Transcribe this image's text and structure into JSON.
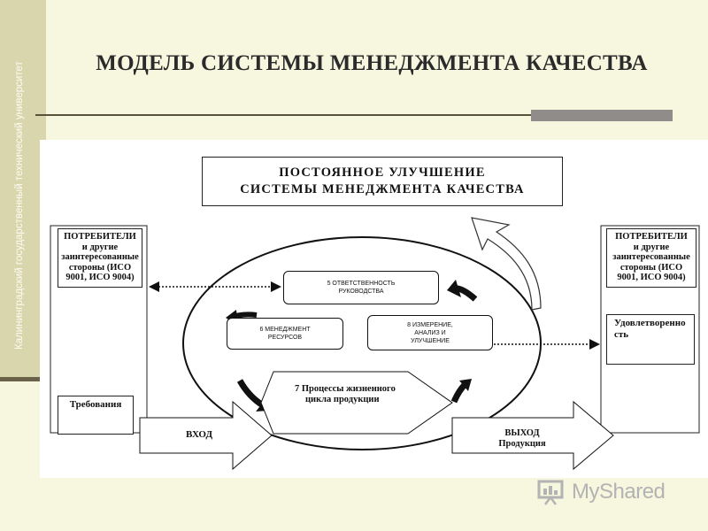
{
  "side_text": "Калининградский государственный технический университет",
  "title": "МОДЕЛЬ СИСТЕМЫ МЕНЕДЖМЕНТА КАЧЕСТВА",
  "diagram": {
    "improvement": [
      "ПОСТОЯННОЕ УЛУЧШЕНИЕ",
      "СИСТЕМЫ МЕНЕДЖМЕНТА КАЧЕСТВА"
    ],
    "customers_left": [
      "ПОТРЕБИТЕЛИ",
      "и другие",
      "заинтересованные",
      "стороны (ИСО",
      "9001, ИСО 9004)"
    ],
    "customers_right": [
      "ПОТРЕБИТЕЛИ",
      "и другие",
      "заинтересованные",
      "стороны (ИСО",
      "9001, ИСО 9004)"
    ],
    "requirements": "Требования",
    "satisfaction": [
      "Удовлетворенно",
      "сть"
    ],
    "process5": [
      "5 ОТВЕТСТВЕННОСТЬ",
      "РУКОВОДСТВА"
    ],
    "process6": [
      "6 МЕНЕДЖМЕНТ",
      "РЕСУРСОВ"
    ],
    "process8": [
      "8 ИЗМЕРЕНИЕ,",
      "АНАЛИЗ И",
      "УЛУЧШЕНИЕ"
    ],
    "process7": [
      "7 Процессы жизненного",
      "цикла продукции"
    ],
    "input": "ВХОД",
    "output": [
      "ВЫХОД",
      "Продукция"
    ]
  },
  "watermark": "MyShared",
  "colors": {
    "background": "#f7f6df",
    "side_bar": "#d9d6ad",
    "title_line": "#5a5238",
    "accent_bar": "#8f8c8a"
  }
}
